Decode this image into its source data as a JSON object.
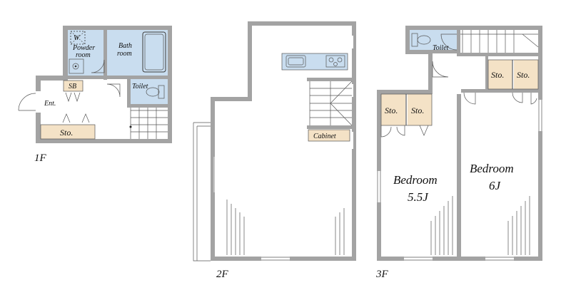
{
  "floors": {
    "f1": {
      "label": "1F",
      "rooms": {
        "washer": "W",
        "powder_room": [
          "Powder",
          "room"
        ],
        "bath_room": [
          "Bath",
          "room"
        ],
        "toilet": "Toilet",
        "shoe_box": "SB",
        "entrance": "Ent.",
        "storage": "Sto."
      }
    },
    "f2": {
      "label": "2F",
      "rooms": {
        "cabinet": "Cabinet"
      }
    },
    "f3": {
      "label": "3F",
      "rooms": {
        "toilet": "Toilet",
        "storage_1": "Sto.",
        "storage_2": "Sto.",
        "storage_3": "Sto.",
        "storage_4": "Sto.",
        "bedroom_a": [
          "Bedroom",
          "5.5J"
        ],
        "bedroom_b": [
          "Bedroom",
          "6J"
        ]
      }
    }
  },
  "colors": {
    "wall": "#a3a3a3",
    "wet_area": "#c9ddef",
    "storage": "#f4e2c6"
  }
}
